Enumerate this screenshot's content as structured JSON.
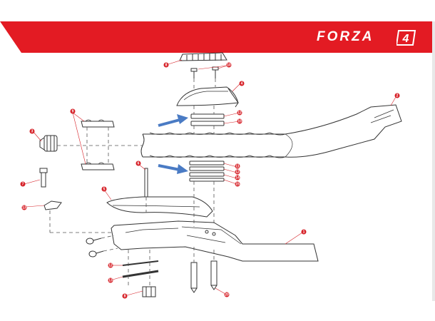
{
  "header": {
    "brand": "FORZA",
    "logo_mark": "4",
    "band_color": "#e31b23"
  },
  "callouts": [
    "8",
    "10",
    "4",
    "2",
    "12",
    "10",
    "9",
    "3",
    "6",
    "11",
    "12",
    "14",
    "15",
    "7",
    "5",
    "13",
    "1",
    "12",
    "13",
    "8",
    "20"
  ],
  "colors": {
    "line": "#333333",
    "callout": "#d62027",
    "arrow": "#4a7bc4"
  }
}
